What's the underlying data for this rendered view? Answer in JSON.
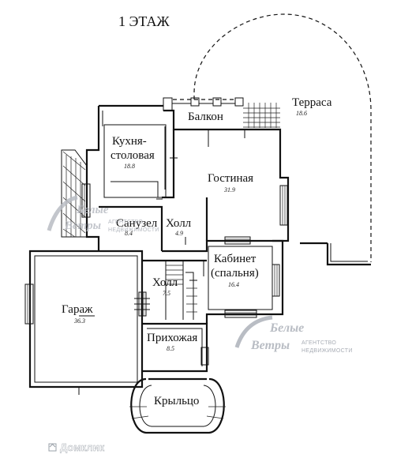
{
  "floor_title": "1 ЭТАЖ",
  "rooms": {
    "terrace": {
      "name": "Терраса",
      "area": "18.6"
    },
    "balcony": {
      "name": "Балкон"
    },
    "kitchen": {
      "line1": "Кухня-",
      "line2": "столовая",
      "area": "18.8"
    },
    "living": {
      "name": "Гостиная",
      "area": "31.9"
    },
    "bathroom": {
      "name": "Санузел",
      "area": "8.4"
    },
    "hall_upper": {
      "name": "Холл",
      "area": "4.9"
    },
    "study": {
      "line1": "Кабинет",
      "line2": "(спальня)",
      "area": "16.4"
    },
    "hall_lower": {
      "name": "Холл",
      "area": "7.5"
    },
    "garage": {
      "name": "Гараж",
      "area": "36.3"
    },
    "entrance": {
      "name": "Прихожая",
      "area": "8.5"
    },
    "porch": {
      "name": "Крыльцо"
    }
  },
  "logo": {
    "line1": "Белые",
    "line2": "Ветры",
    "subtitle1": "АГЕНТСТВО",
    "subtitle2": "НЕДВИЖИМОСТИ"
  },
  "watermark": "Домклик"
}
